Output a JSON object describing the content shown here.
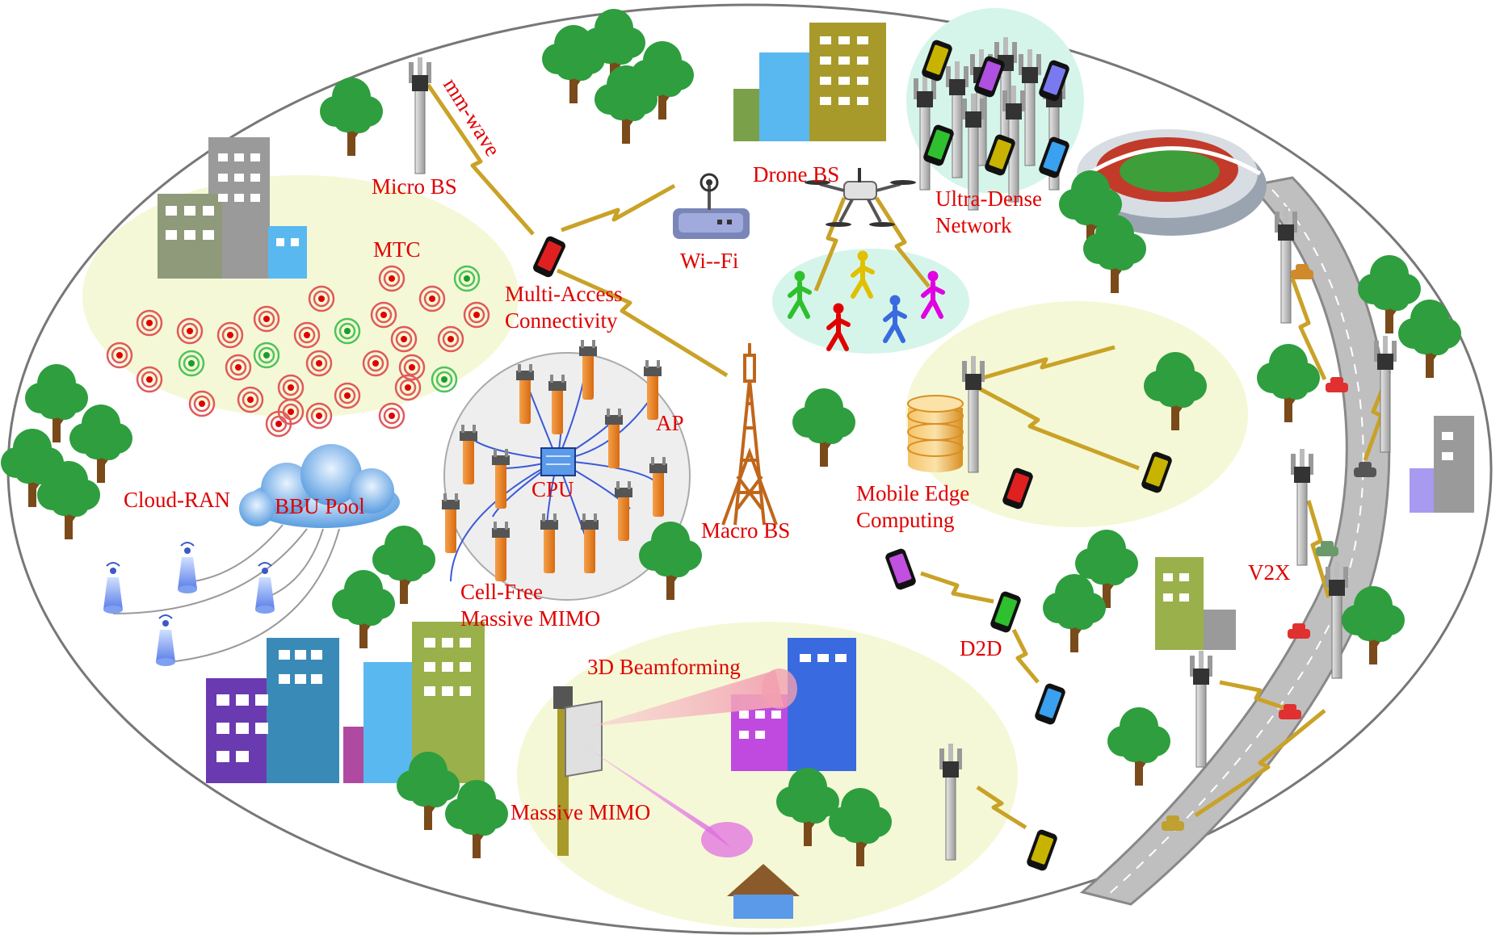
{
  "labels": {
    "micro_bs": "Micro BS",
    "mm_wave": "mm-wave",
    "drone_bs": "Drone BS",
    "ultra_dense_1": "Ultra-Dense",
    "ultra_dense_2": "Network",
    "mtc": "MTC",
    "wifi": "Wi--Fi",
    "multi_access_1": "Multi-Access",
    "multi_access_2": "Connectivity",
    "ap": "AP",
    "cpu": "CPU",
    "cloud_ran": "Cloud-RAN",
    "bbu_pool": "BBU Pool",
    "macro_bs": "Macro BS",
    "mec_1": "Mobile Edge",
    "mec_2": "Computing",
    "cell_free_1": "Cell-Free",
    "cell_free_2": "Massive MIMO",
    "d2d": "D2D",
    "v2x": "V2X",
    "beamforming_3d": "3D Beamforming",
    "massive_mimo": "Massive MIMO"
  },
  "colors": {
    "label": "#e00000",
    "region_yellow": "#f5f8d6",
    "region_cyan": "#d6f5ea",
    "region_grey": "#eeeeee",
    "link": "#c9a227",
    "tree": "#2e9e3e",
    "trunk": "#7a4a1a",
    "road": "#bfbfbf",
    "tower": "#c0661a"
  }
}
